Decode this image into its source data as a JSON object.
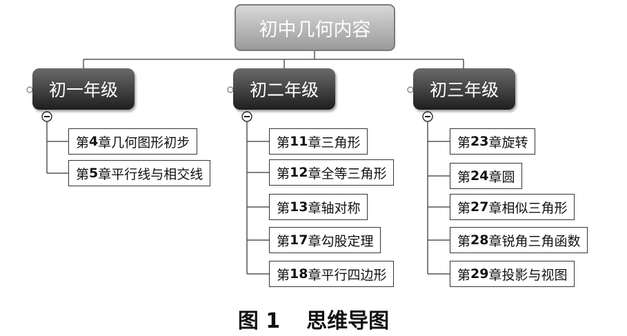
{
  "root": {
    "label": "初中几何内容"
  },
  "grades": [
    {
      "label": "初一年级",
      "collapse_symbol": "−",
      "chapters": [
        {
          "prefix": "第",
          "num": "4",
          "title": "章几何图形初步"
        },
        {
          "prefix": "第",
          "num": "5",
          "title": "章平行线与相交线"
        }
      ]
    },
    {
      "label": "初二年级",
      "collapse_symbol": "−",
      "chapters": [
        {
          "prefix": "第",
          "num": "11",
          "title": "章三角形"
        },
        {
          "prefix": "第",
          "num": "12",
          "title": "章全等三角形"
        },
        {
          "prefix": "第",
          "num": "13",
          "title": "章轴对称"
        },
        {
          "prefix": "第",
          "num": "17",
          "title": "章勾股定理"
        },
        {
          "prefix": "第",
          "num": "18",
          "title": "章平行四边形"
        }
      ]
    },
    {
      "label": "初三年级",
      "collapse_symbol": "−",
      "chapters": [
        {
          "prefix": "第",
          "num": "23",
          "title": "章旋转"
        },
        {
          "prefix": "第",
          "num": "24",
          "title": "章圆"
        },
        {
          "prefix": "第",
          "num": "27",
          "title": "章相似三角形"
        },
        {
          "prefix": "第",
          "num": "28",
          "title": "章锐角三角函数"
        },
        {
          "prefix": "第",
          "num": "29",
          "title": "章投影与视图"
        }
      ]
    }
  ],
  "caption": {
    "figure": "图 1",
    "title": "思维导图"
  }
}
